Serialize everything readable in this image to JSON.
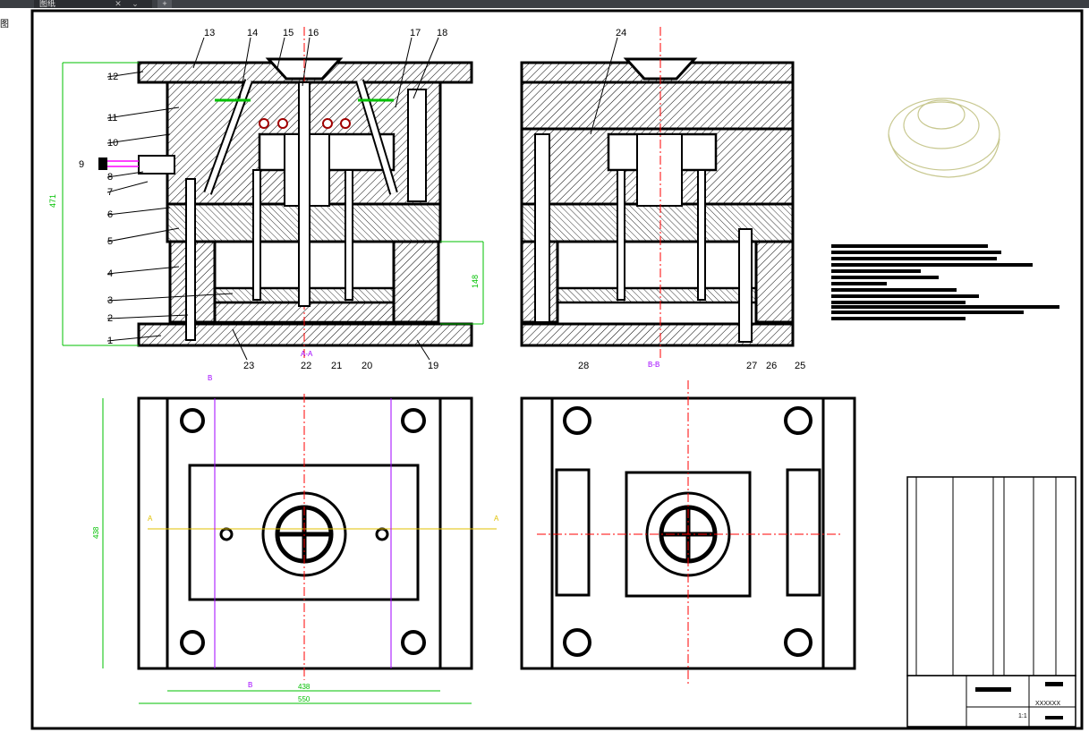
{
  "window": {
    "tab_label": "图纸",
    "tab_close": "✕",
    "tab_dropdown": "⌄",
    "tab_add": "+",
    "side_label": "图"
  },
  "drawing": {
    "section_labels": {
      "aa": "A-A",
      "bb": "B-B"
    },
    "cut_markers": {
      "a": "A",
      "b": "B"
    },
    "left_callouts": [
      "1",
      "2",
      "3",
      "4",
      "5",
      "6",
      "7",
      "8",
      "9",
      "10",
      "11",
      "12"
    ],
    "top_callouts": [
      "13",
      "14",
      "15",
      "16",
      "17",
      "18"
    ],
    "bottom_callouts": [
      "19",
      "20",
      "21",
      "22",
      "23"
    ],
    "right_view_callouts": [
      "24",
      "25",
      "26",
      "27",
      "28"
    ],
    "dimensions": {
      "height": "471",
      "sub_height": "148",
      "plan_height": "438",
      "plan_width_inner": "438",
      "plan_width_outer": "550"
    },
    "title_block": {
      "drawing_no": "XXXXXX",
      "scale": "1:1"
    }
  },
  "colors": {
    "outline": "#000000",
    "dimension": "#00c000",
    "centerline": "#ff0000",
    "cutline": "#e0c000",
    "accent": "#a000ff",
    "part_outline": "#c8c890"
  }
}
